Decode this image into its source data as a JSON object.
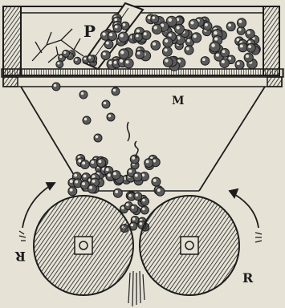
{
  "labels": {
    "p": "P",
    "m": "M",
    "r_left": "R",
    "r_right": "R"
  },
  "colors": {
    "paper": "#e6e2d6",
    "ink": "#1c1c1c",
    "grape_fill": "#5a5a5a"
  }
}
